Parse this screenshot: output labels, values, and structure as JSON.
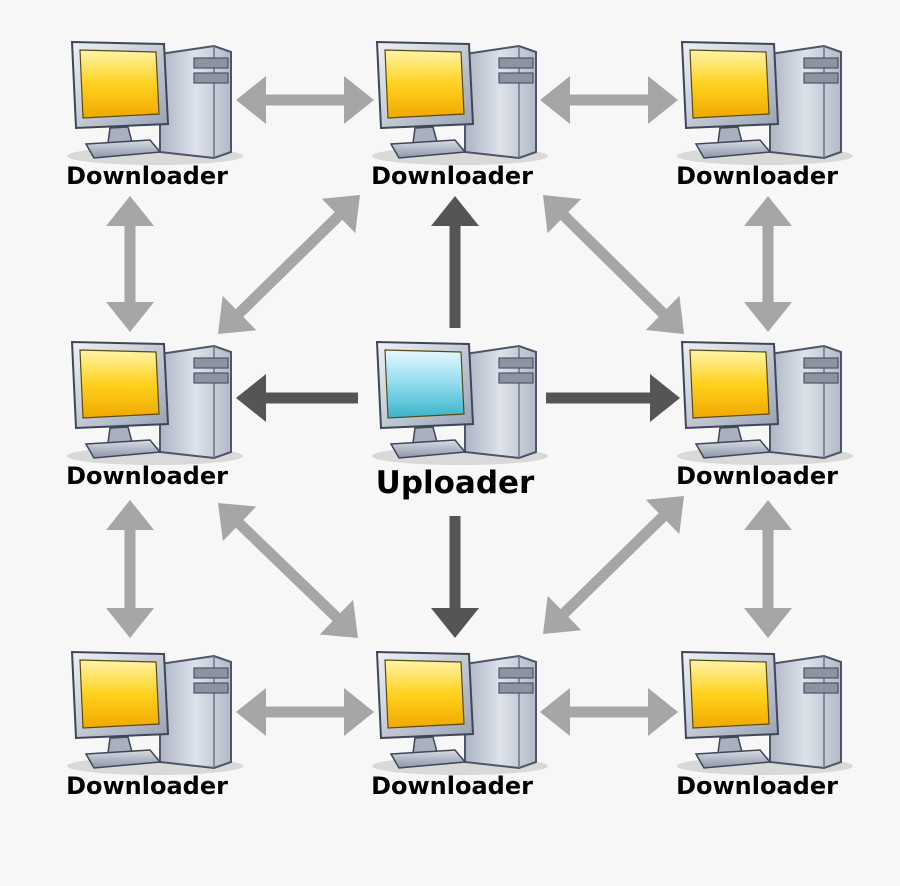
{
  "diagram": {
    "colors": {
      "background": "#f7f7f7",
      "peer_arrow": "#a6a6a6",
      "upload_arrow": "#555555",
      "downloader_screen": "#ffd21f",
      "uploader_screen": "#5ec8dc",
      "case": "#c9cfdb",
      "case_dark": "#7f8696"
    },
    "icons": {
      "downloader": "desktop-computer-yellow-screen-icon",
      "uploader": "desktop-computer-blue-screen-icon",
      "peer_link": "double-headed-arrow-icon",
      "upload_link": "single-headed-arrow-icon"
    },
    "nodes": [
      {
        "id": "top-left",
        "label": "Downloader",
        "role": "downloader"
      },
      {
        "id": "top-center",
        "label": "Downloader",
        "role": "downloader"
      },
      {
        "id": "top-right",
        "label": "Downloader",
        "role": "downloader"
      },
      {
        "id": "middle-left",
        "label": "Downloader",
        "role": "downloader"
      },
      {
        "id": "center",
        "label": "Uploader",
        "role": "uploader"
      },
      {
        "id": "middle-right",
        "label": "Downloader",
        "role": "downloader"
      },
      {
        "id": "bottom-left",
        "label": "Downloader",
        "role": "downloader"
      },
      {
        "id": "bottom-center",
        "label": "Downloader",
        "role": "downloader"
      },
      {
        "id": "bottom-right",
        "label": "Downloader",
        "role": "downloader"
      }
    ],
    "edges": [
      {
        "from": "center",
        "to": "top-center",
        "type": "upload"
      },
      {
        "from": "center",
        "to": "middle-left",
        "type": "upload"
      },
      {
        "from": "center",
        "to": "middle-right",
        "type": "upload"
      },
      {
        "from": "center",
        "to": "bottom-center",
        "type": "upload"
      },
      {
        "from": "top-left",
        "to": "top-center",
        "type": "peer"
      },
      {
        "from": "top-center",
        "to": "top-right",
        "type": "peer"
      },
      {
        "from": "bottom-left",
        "to": "bottom-center",
        "type": "peer"
      },
      {
        "from": "bottom-center",
        "to": "bottom-right",
        "type": "peer"
      },
      {
        "from": "top-left",
        "to": "middle-left",
        "type": "peer"
      },
      {
        "from": "middle-left",
        "to": "bottom-left",
        "type": "peer"
      },
      {
        "from": "top-right",
        "to": "middle-right",
        "type": "peer"
      },
      {
        "from": "middle-right",
        "to": "bottom-right",
        "type": "peer"
      },
      {
        "from": "top-center",
        "to": "middle-left",
        "type": "peer"
      },
      {
        "from": "top-center",
        "to": "middle-right",
        "type": "peer"
      },
      {
        "from": "middle-left",
        "to": "bottom-center",
        "type": "peer"
      },
      {
        "from": "middle-right",
        "to": "bottom-center",
        "type": "peer"
      }
    ]
  }
}
